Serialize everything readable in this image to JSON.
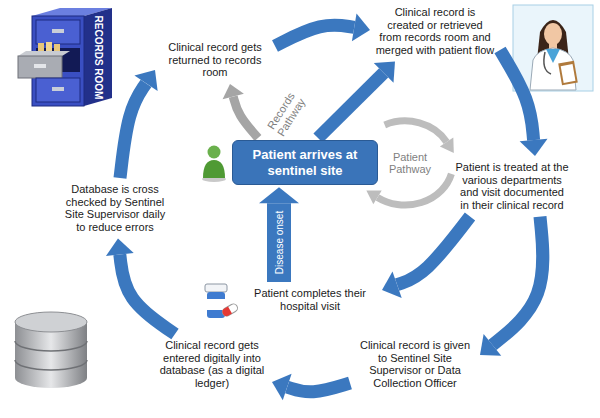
{
  "diagram": {
    "nodes": [
      {
        "text": [
          "Clinical record gets returned to records room"
        ]
      },
      {
        "text": [
          "Clinical record is created or retrieved from records room and merged with patient flow"
        ]
      },
      {
        "text": [
          "Patient arrives at sentinel site"
        ]
      },
      {
        "text": [
          "Database is cross checked by Sentinel Site Supervisor daily to reduce errors"
        ]
      },
      {
        "text": [
          "Patient is treated at the various departments and visit documented in their clinical record"
        ]
      },
      {
        "text": [
          "Patient completes their hospital visit"
        ]
      },
      {
        "text": [
          "Clinical record gets entered digitally into database (as a digital ledger)"
        ]
      },
      {
        "text": [
          "Clinical record is given to Sentinel Site Supervisor or Data Collection Officer"
        ]
      }
    ],
    "edges": [
      {
        "from": 0,
        "to": 1,
        "arrow": "to"
      },
      {
        "from": 1,
        "to": 4,
        "arrow": "to"
      },
      {
        "from": 4,
        "to": 7,
        "arrow": "to"
      },
      {
        "from": 7,
        "to": 6,
        "arrow": "to"
      },
      {
        "from": 6,
        "to": 3,
        "arrow": "to"
      },
      {
        "from": 3,
        "to": 0,
        "arrow": "to"
      },
      {
        "from": 2,
        "to": 1,
        "arrow": "to"
      },
      {
        "from": 4,
        "to": 5,
        "arrow": "to"
      },
      {
        "from": 5,
        "to": 2,
        "label": "Disease onset",
        "arrow": "to"
      },
      {
        "from": 2,
        "to": 0,
        "label": "Records Pathway",
        "arrow": "to"
      }
    ],
    "labels": [
      "RECORDS ROOM",
      "Patient Pathway"
    ]
  }
}
